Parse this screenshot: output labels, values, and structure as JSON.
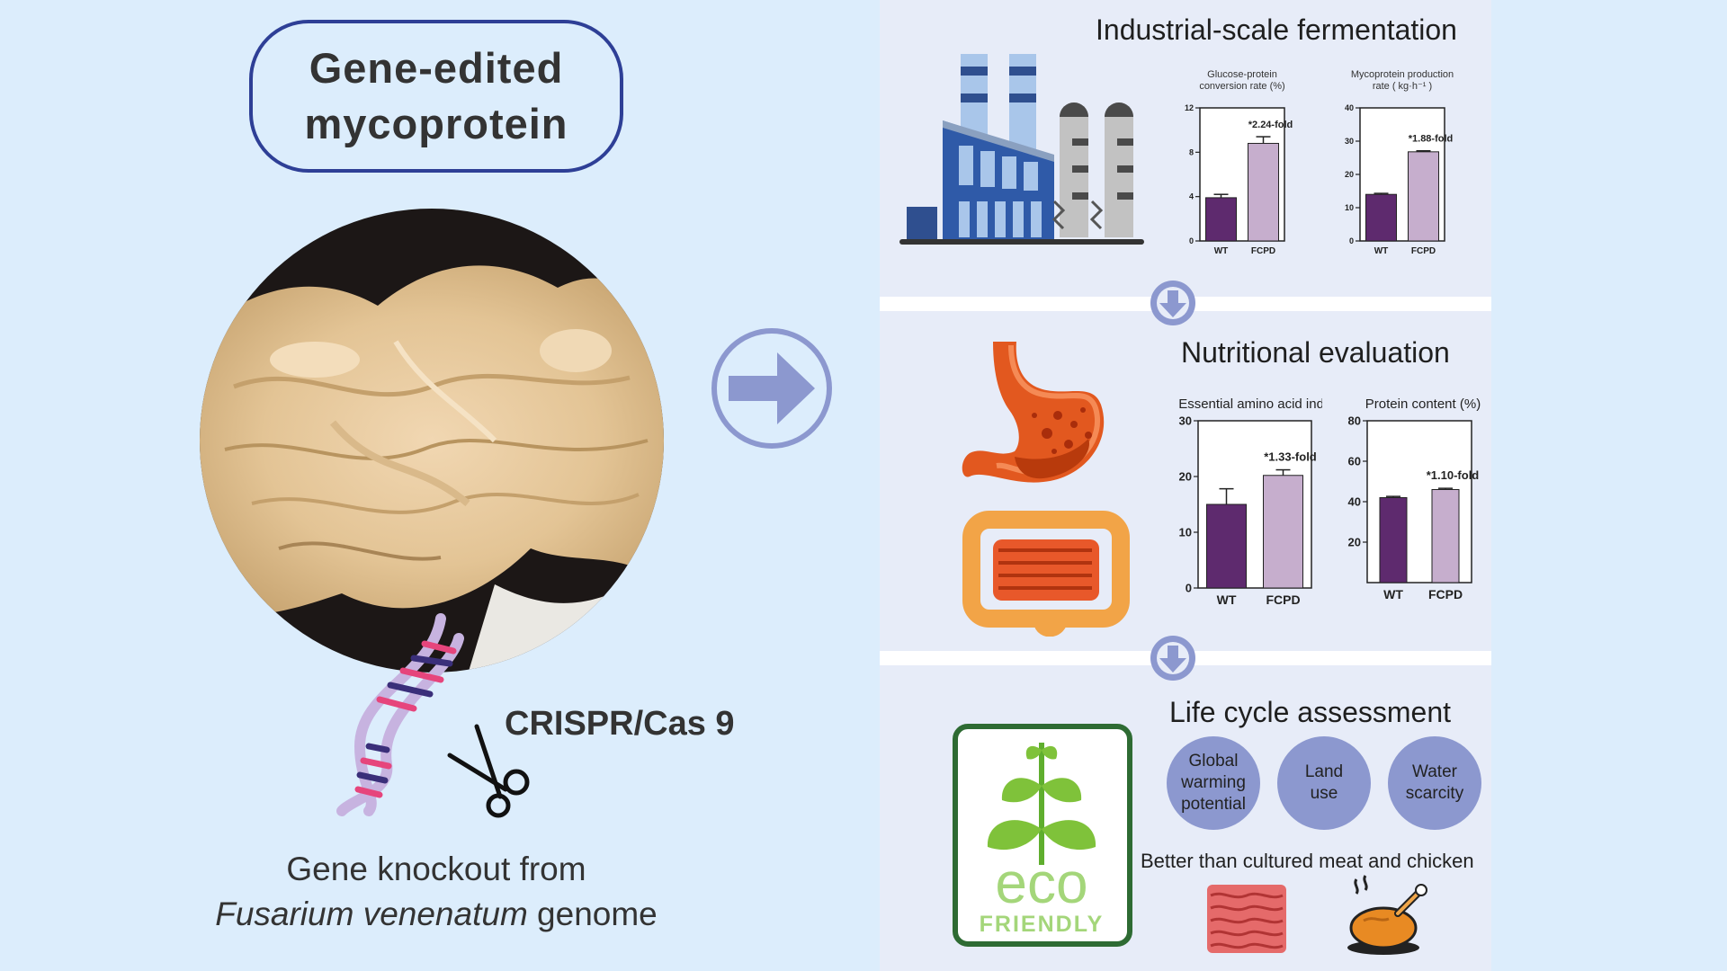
{
  "left": {
    "title_line1": "Gene-edited",
    "title_line2": "mycoprotein",
    "crispr_label": "CRISPR/Cas 9",
    "caption_line1": "Gene knockout from",
    "caption_species": "Fusarium venenatum",
    "caption_rest": " genome"
  },
  "sections": {
    "fermentation_title": "Industrial-scale fermentation",
    "nutrition_title": "Nutritional evaluation",
    "lca_title": "Life cycle assessment"
  },
  "lca": {
    "circles": [
      {
        "label": "Global warming potential"
      },
      {
        "label": "Land use"
      },
      {
        "label": "Water scarcity"
      }
    ],
    "better_text": "Better than cultured meat and chicken",
    "eco_word": "eco",
    "eco_sub": "FRIENDLY"
  },
  "icons": [
    "mycoprotein-photo",
    "dna-icon",
    "scissors-icon",
    "arrow-right-icon",
    "factory-icon",
    "stomach-icon",
    "intestine-icon",
    "arrow-down-icon",
    "eco-friendly-icon",
    "cultured-meat-icon",
    "roast-chicken-icon"
  ],
  "colors": {
    "wt": "#5e2a6e",
    "fcpd": "#c6aecd",
    "accent": "#8c98cf",
    "title_border": "#2e3f96"
  },
  "chart_data": [
    {
      "type": "bar",
      "title": "Glucose-protein conversion rate (%)",
      "categories": [
        "WT",
        "FCPD"
      ],
      "values": [
        3.9,
        8.8
      ],
      "errors": [
        0.3,
        0.6
      ],
      "ylim": [
        0,
        12
      ],
      "yticks": [
        0,
        4,
        8,
        12
      ],
      "annotation": "*2.24-fold"
    },
    {
      "type": "bar",
      "title": "Mycoprotein production rate ( kg·h⁻¹ )",
      "categories": [
        "WT",
        "FCPD"
      ],
      "values": [
        14,
        26.8
      ],
      "errors": [
        0.3,
        0.3
      ],
      "ylim": [
        0,
        40
      ],
      "yticks": [
        0,
        10,
        20,
        30,
        40
      ],
      "annotation": "*1.88-fold"
    },
    {
      "type": "bar",
      "title": "Essential amino acid index",
      "categories": [
        "WT",
        "FCPD"
      ],
      "values": [
        15,
        20.2
      ],
      "errors": [
        2.8,
        1.0
      ],
      "ylim": [
        0,
        30
      ],
      "yticks": [
        0,
        10,
        20,
        30
      ],
      "annotation": "*1.33-fold"
    },
    {
      "type": "bar",
      "title": "Protein content (%)",
      "categories": [
        "WT",
        "FCPD"
      ],
      "values": [
        42,
        46
      ],
      "errors": [
        0.6,
        0.6
      ],
      "ylim": [
        0,
        80
      ],
      "yticks": [
        20,
        40,
        60,
        80
      ],
      "annotation": "*1.10-fold"
    }
  ]
}
